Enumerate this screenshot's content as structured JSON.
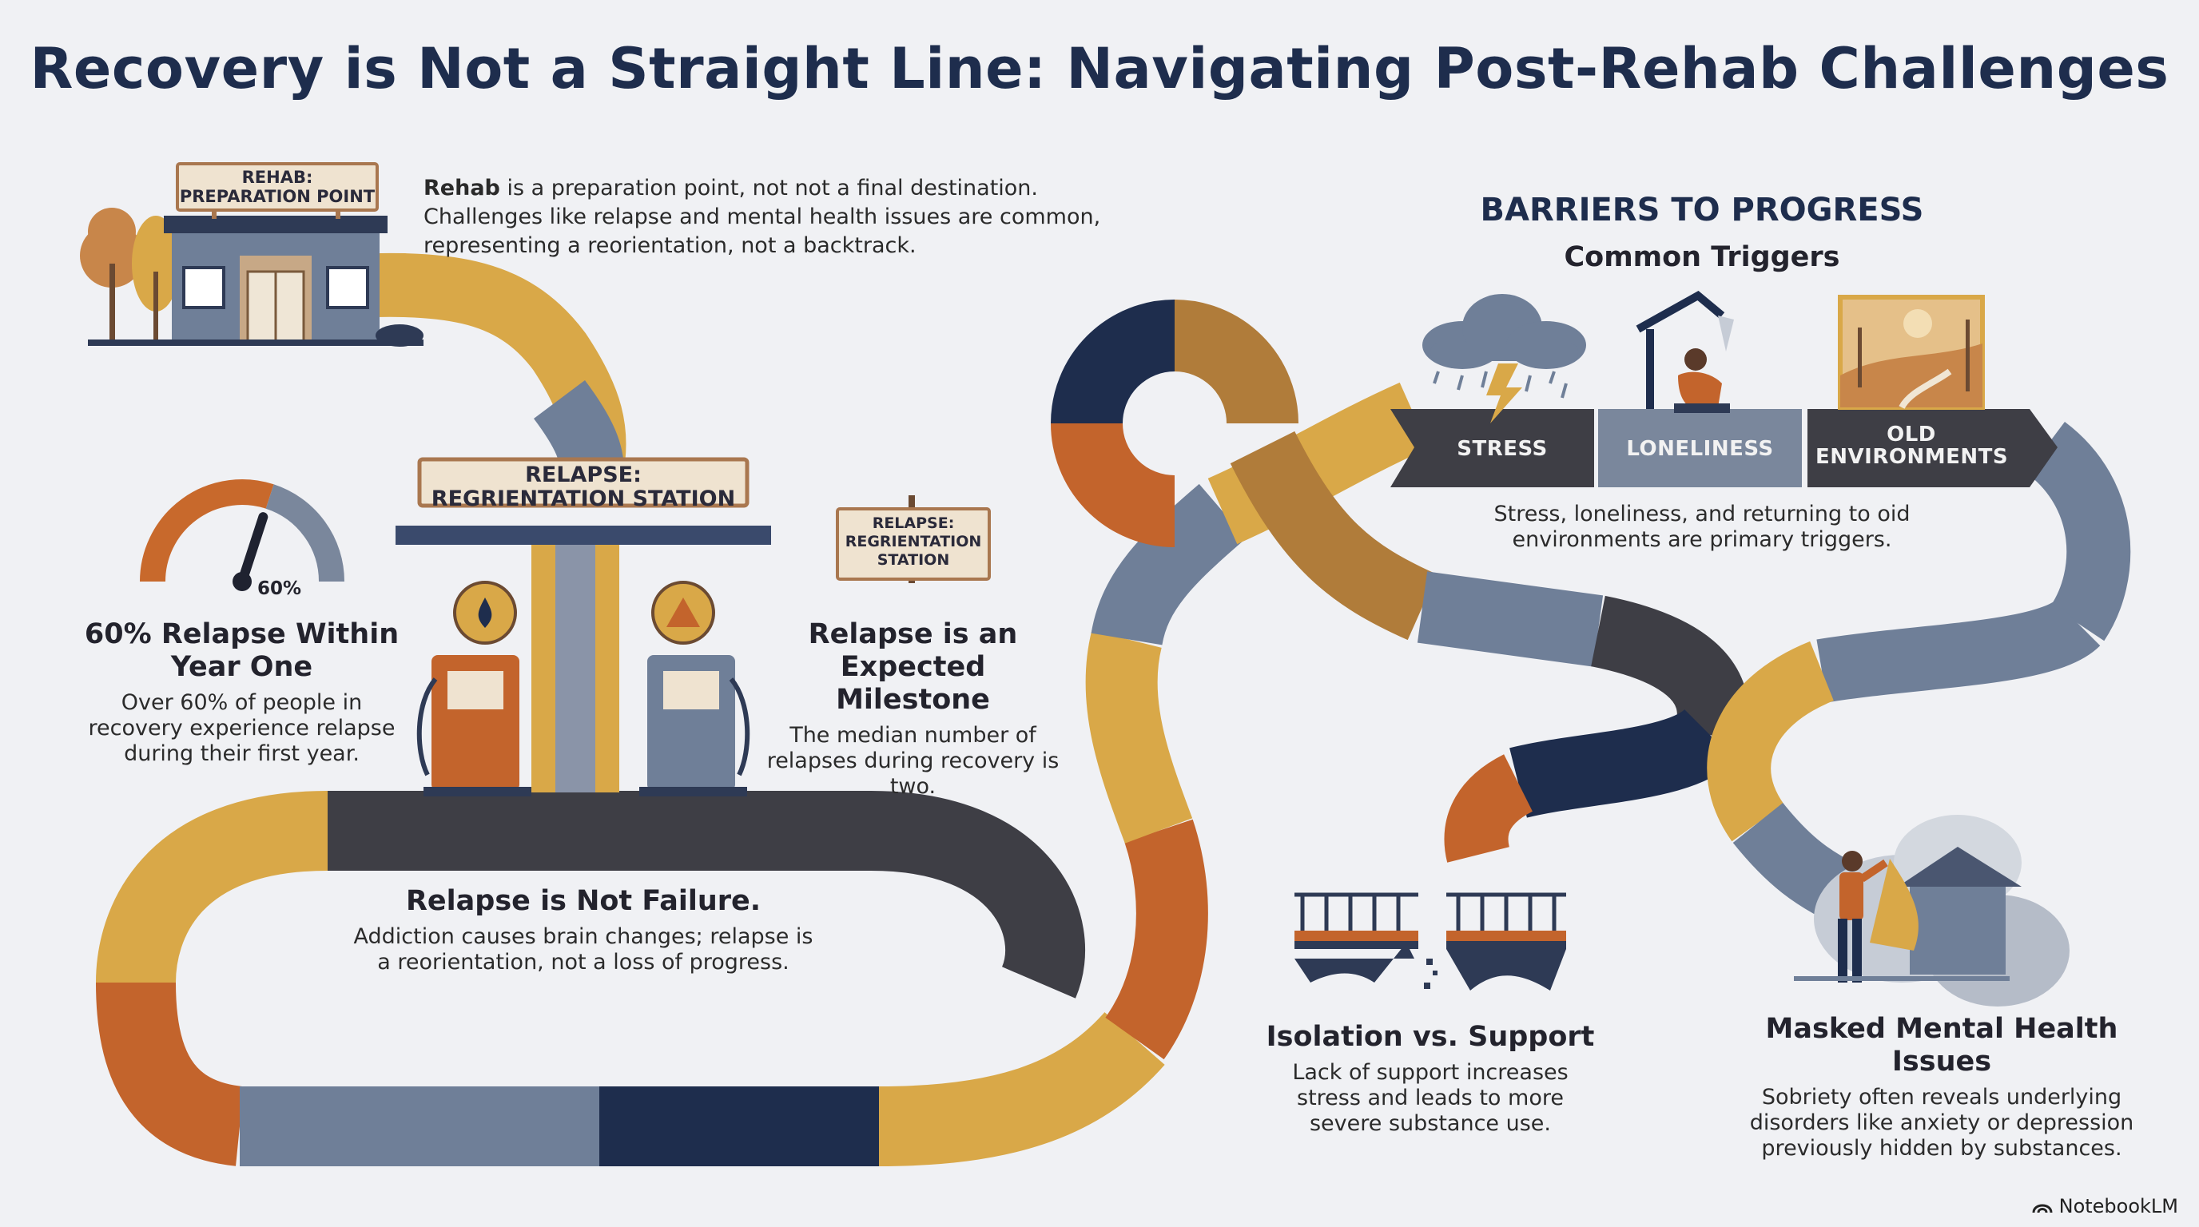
{
  "title": "Recovery is Not a Straight Line: Navigating Post-Rehab Challenges",
  "rehab_sign": {
    "line1": "REHAB:",
    "line2": "PREPARATION POINT"
  },
  "intro": {
    "bold": "Rehab",
    "rest": " is a preparation point, not not a final destination. Challenges like relapse and mental health issues are common, representing a reorientation, not a backtrack."
  },
  "station_sign": {
    "line1": "RELAPSE:",
    "line2": "REGRIENTATION STATION"
  },
  "small_sign": {
    "line1": "RELAPSE:",
    "line2": "REGRIENTATION",
    "line3": "STATION"
  },
  "gauge": {
    "value_pct": 60,
    "label": "60%",
    "colors": {
      "filled": "#c8692c",
      "empty": "#7a879c",
      "needle": "#1f2230"
    }
  },
  "stat_relapse": {
    "heading": "60% Relapse Within Year One",
    "text": "Over 60% of people in recovery experience relapse during their first year."
  },
  "stat_milestone": {
    "heading": "Relapse is an Expected Milestone",
    "text": "The median number of relapses during recovery is two."
  },
  "not_failure": {
    "heading": "Relapse is Not Failure.",
    "text": "Addiction causes brain changes; relapse is a reorientation, not a loss of progress."
  },
  "barriers": {
    "title": "BARRIERS TO PROGRESS",
    "subtitle": "Common Triggers",
    "triggers": [
      {
        "label": "STRESS",
        "icon": "storm-cloud-icon"
      },
      {
        "label": "LONELINESS",
        "icon": "lonely-person-icon"
      },
      {
        "label": "OLD ENVIRONMENTS",
        "icon": "old-road-icon"
      }
    ],
    "caption": "Stress, loneliness, and returning to oid environments are primary triggers."
  },
  "isolation": {
    "heading": "Isolation vs. Support",
    "text": "Lack of support increases stress and leads to more severe substance use."
  },
  "masked": {
    "heading": "Masked Mental Health Issues",
    "text": "Sobriety often reveals underlying disorders like anxiety or depression previously hidden by substances."
  },
  "brand": "NotebookLM",
  "colors": {
    "navy": "#1e2d4d",
    "mustard": "#d9a848",
    "orange": "#c3642c",
    "slate": "#6f7f98",
    "charcoal": "#3e3e45",
    "background": "#f0f1f4"
  }
}
